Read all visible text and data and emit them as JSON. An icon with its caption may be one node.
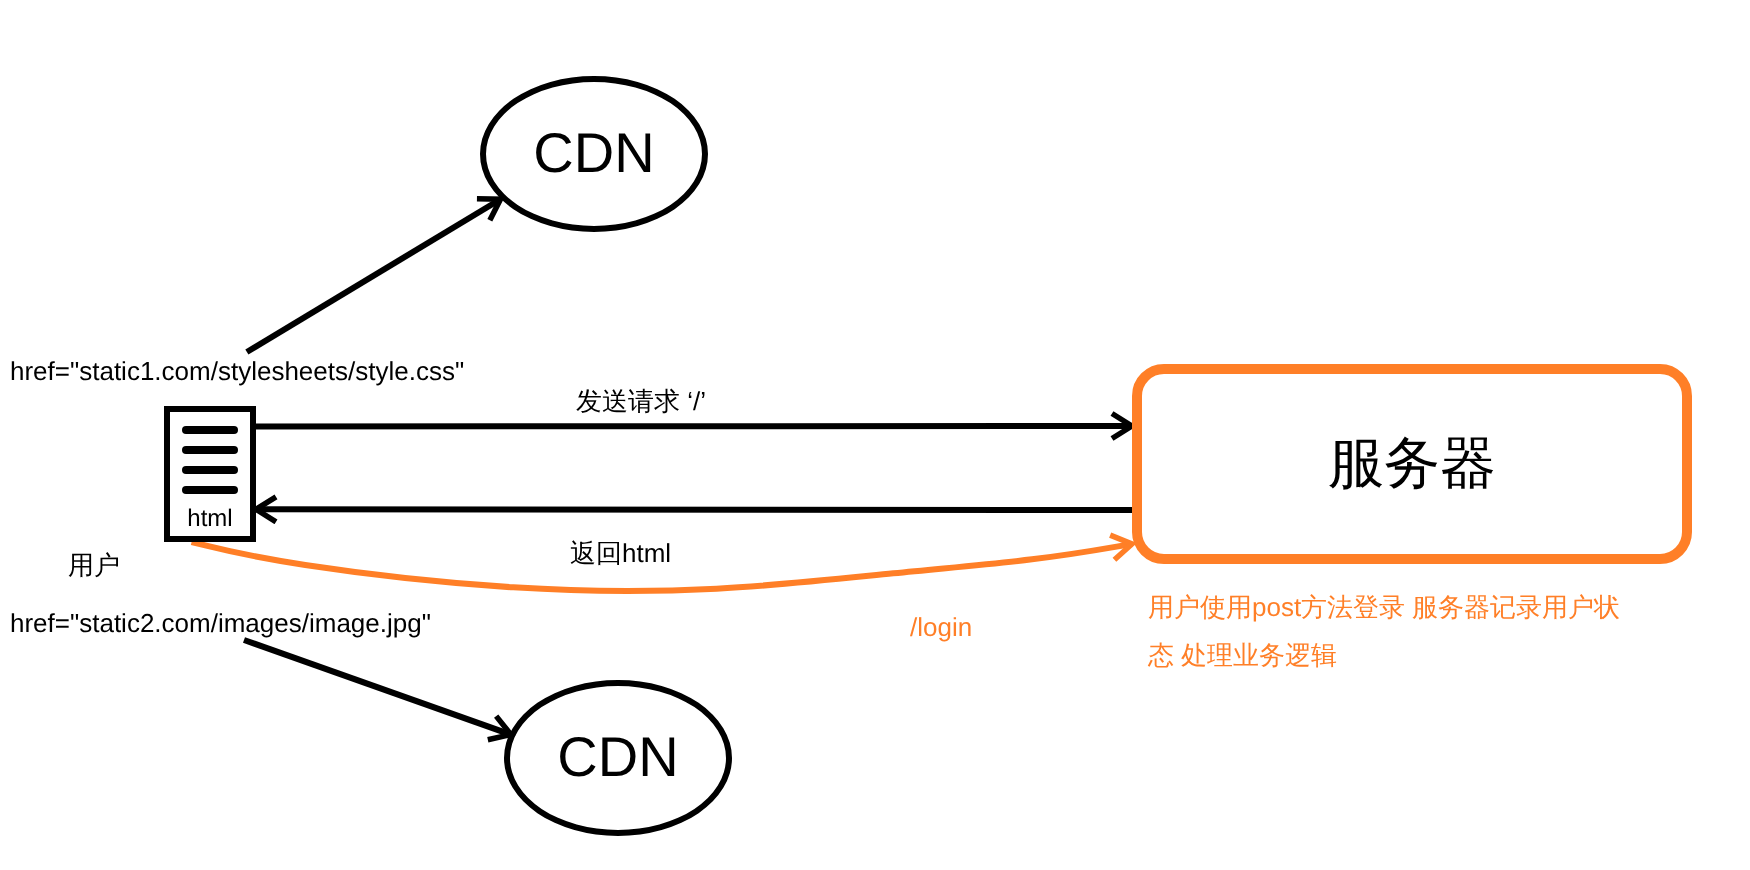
{
  "diagram": {
    "nodes": [
      {
        "text": [
          "CDN"
        ]
      },
      {
        "text": [
          "html"
        ]
      },
      {
        "text": [
          "服务器"
        ],
        "beside": [
          "用户使用post方法登录 服务器记录用户状态 处理业务逻辑"
        ]
      },
      {
        "text": [
          "CDN"
        ]
      },
      {
        "text": [
          "href=\"static1.com/stylesheets/style.css\""
        ]
      },
      {
        "text": [
          "href=\"static2.com/images/image.jpg\""
        ]
      }
    ],
    "edges": [
      {
        "from": 4,
        "to": 0,
        "arrow": "to"
      },
      {
        "from": 5,
        "to": 3,
        "arrow": "to"
      },
      {
        "from": 1,
        "to": 2,
        "arrow": "to",
        "label": "发送请求 ‘/’"
      },
      {
        "from": 2,
        "to": 1,
        "arrow": "to",
        "label": "返回html"
      },
      {
        "from": 1,
        "to": 2,
        "arrow": "to",
        "label": "/login",
        "color": "#ff7f27"
      }
    ],
    "labels": [
      "用户"
    ]
  }
}
